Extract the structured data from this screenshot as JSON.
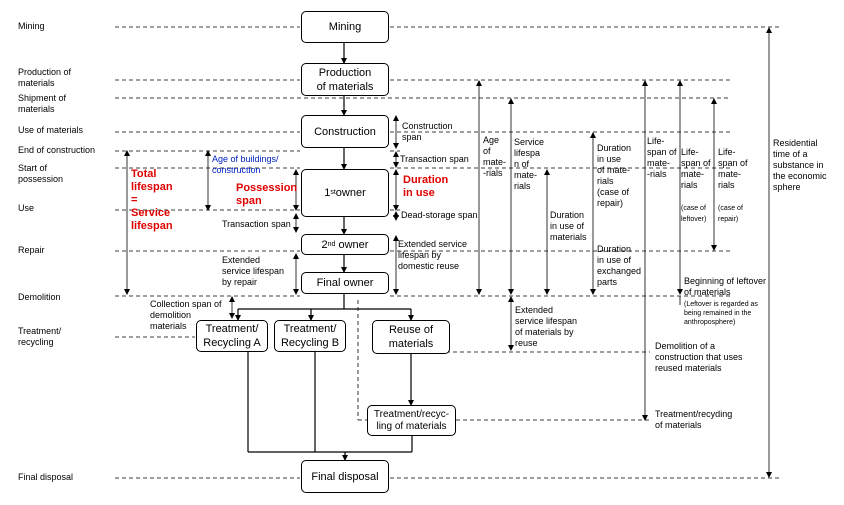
{
  "stages": {
    "mining": "Mining",
    "production": "Production of\nmaterials",
    "shipment": "Shipment of\nmaterials",
    "use_of_materials": "Use of materials",
    "end_of_construction": "End of construction",
    "start_of_possession": "Start of\npossession",
    "use": "Use",
    "repair": "Repair",
    "demolition": "Demolition",
    "treatment": "Treatment/\nrecycling",
    "final_disposal": "Final disposal"
  },
  "boxes": {
    "mining": "Mining",
    "production": "Production\nof materials",
    "construction": "Construction",
    "first_owner_pre": "1",
    "first_owner_sup": "st",
    "first_owner_post": "owner",
    "second_owner_pre": "2",
    "second_owner_sup": "nd",
    "second_owner_post": " owner",
    "final_owner": "Final owner",
    "treatment_a": "Treatment/\nRecycling A",
    "treatment_b": "Treatment/\nRecycling B",
    "reuse": "Reuse of\nmaterials",
    "treatment_materials": "Treatment/recyc-\nling of materials",
    "final_disposal": "Final disposal"
  },
  "labels": {
    "total_lifespan": "Total\nlifespan\n=\nService\nlifespan",
    "age_of_buildings": "Age of buildings/\nconstruction",
    "possession_span": "Possession\nspan",
    "duration_in_use": "Duration\nin use",
    "transaction_span_1": "Transaction span",
    "transaction_span_2": "Transaction span",
    "construction_span": "Construction\nspan",
    "dead_storage_span": "Dead-storage span",
    "extended_domestic": "Extended service\nlifespan by\ndomestic reuse",
    "extended_repair": "Extended\nservice lifespan\nby repair",
    "collection_span": "Collection span of\ndemolition\nmaterials",
    "age_of_materials": "Age\nof\nmate-\n-rials",
    "service_lifespan_materials": "Service\nlifespa\nn of\nmate-\nrials",
    "duration_in_use_materials": "Duration\nin use of\nmaterials",
    "duration_repair": "Duration\nin use\nof mate-\nrials\n(case of\nrepair)",
    "duration_exchanged": "Duration\nin use of\nexchanged\nparts",
    "lifespan_materials": "Life-\nspan of\nmate-\n-rials",
    "lifespan_leftover_pre": "Life-\nspan of\nmate-\nrials",
    "lifespan_leftover_case": "(case of\nleftover)",
    "lifespan_repair_pre": "Life-\nspan of\nmate-\nrials",
    "lifespan_repair_case": "(case of\nrepair)",
    "residential_time": "Residential\ntime of a\nsubstance in\nthe economic\nsphere",
    "extended_reuse": "Extended\nservice lifespan\nof materials by\nreuse",
    "beginning_leftover": "Beginning of leftover\nof materials",
    "leftover_note": "(Leftover is regarded as\nbeing remained in the\nanthroposphere)",
    "demolition_reused": "Demolition of a\nconstruction that uses\nreused materials",
    "treatment_recycling_materials": "Treatment/recyding\nof materials"
  }
}
